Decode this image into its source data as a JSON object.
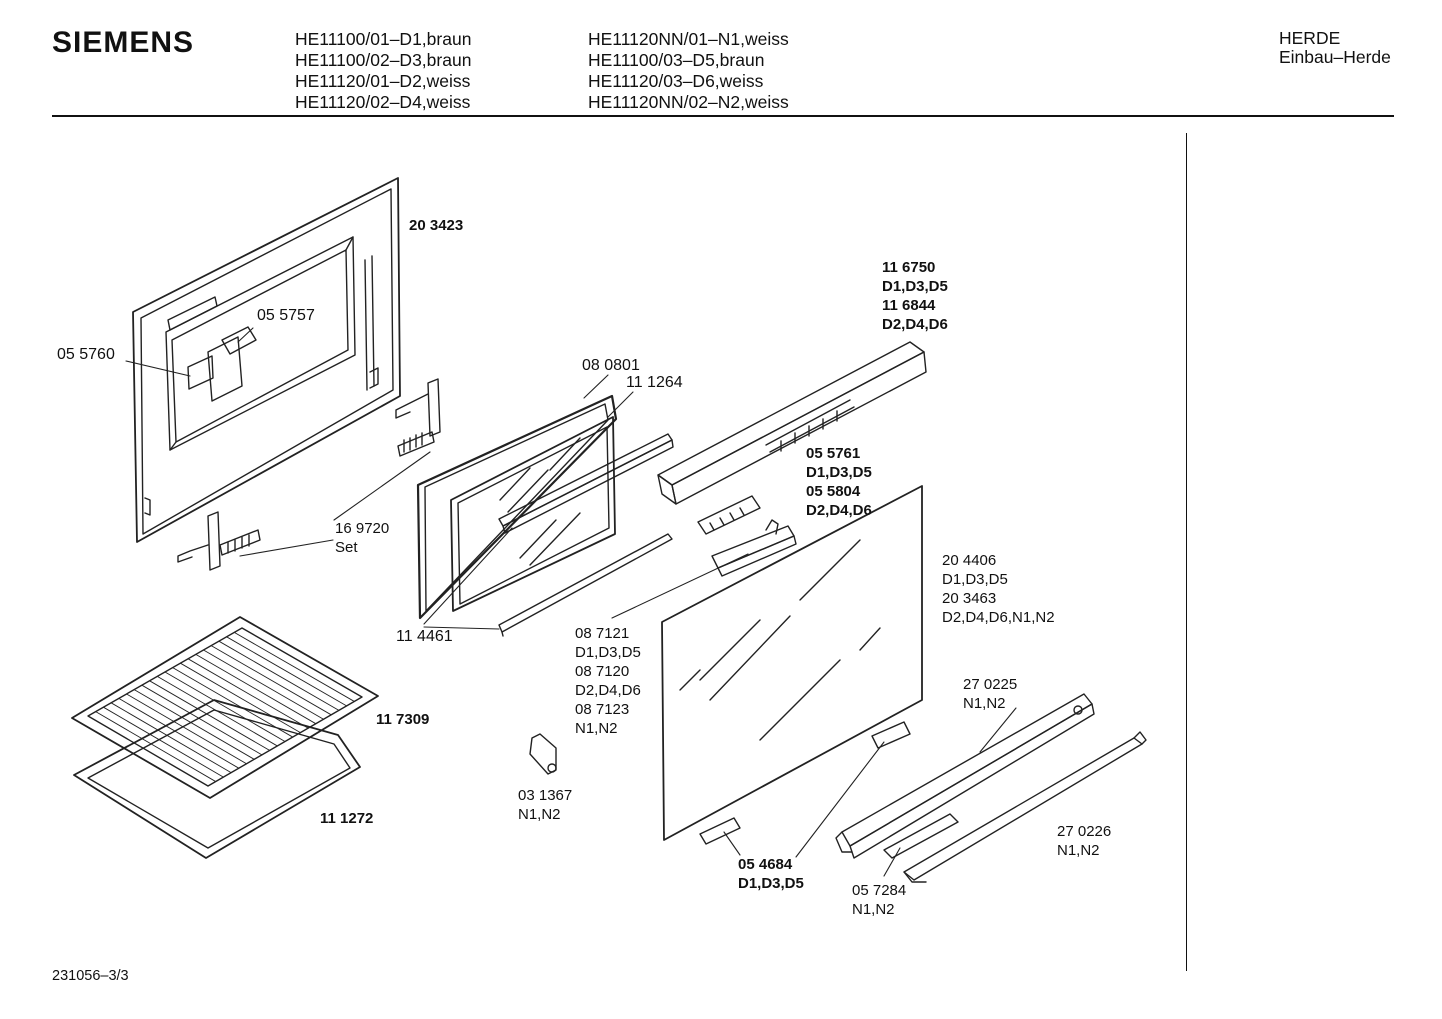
{
  "header": {
    "brand": "SIEMENS",
    "models_col1": [
      "HE11100/01–D1,braun",
      "HE11100/02–D3,braun",
      "HE11120/01–D2,weiss",
      "HE11120/02–D4,weiss"
    ],
    "models_col2": [
      "HE11120NN/01–N1,weiss",
      "HE11100/03–D5,braun",
      "HE11120/03–D6,weiss",
      "HE11120NN/02–N2,weiss"
    ],
    "category": "HERDE",
    "subcategory": "Einbau–Herde"
  },
  "parts": {
    "p203423": "20 3423",
    "p055757": "05 5757",
    "p055760": "05 5760",
    "p080801": "08 0801",
    "p111264": "11 1264",
    "p169720": [
      "16 9720",
      "Set"
    ],
    "p114461": "11 4461",
    "p116750": [
      "11 6750",
      "D1,D3,D5",
      "11 6844",
      "D2,D4,D6"
    ],
    "p055761": [
      "05 5761",
      "D1,D3,D5",
      "05 5804",
      "D2,D4,D6"
    ],
    "p204406": [
      "20 4406",
      "D1,D3,D5",
      "20 3463",
      "D2,D4,D6,N1,N2"
    ],
    "p087121": [
      "08 7121",
      "D1,D3,D5",
      "08 7120",
      "D2,D4,D6",
      "08 7123",
      "N1,N2"
    ],
    "p117309": "11 7309",
    "p111272": "11 1272",
    "p031367": [
      "03 1367",
      "N1,N2"
    ],
    "p054684": [
      "05 4684",
      "D1,D3,D5"
    ],
    "p270225": [
      "27 0225",
      "N1,N2"
    ],
    "p270226": [
      "27 0226",
      "N1,N2"
    ],
    "p057284": [
      "05 7284",
      "N1,N2"
    ]
  },
  "footer": {
    "code": "231056–3/3"
  }
}
